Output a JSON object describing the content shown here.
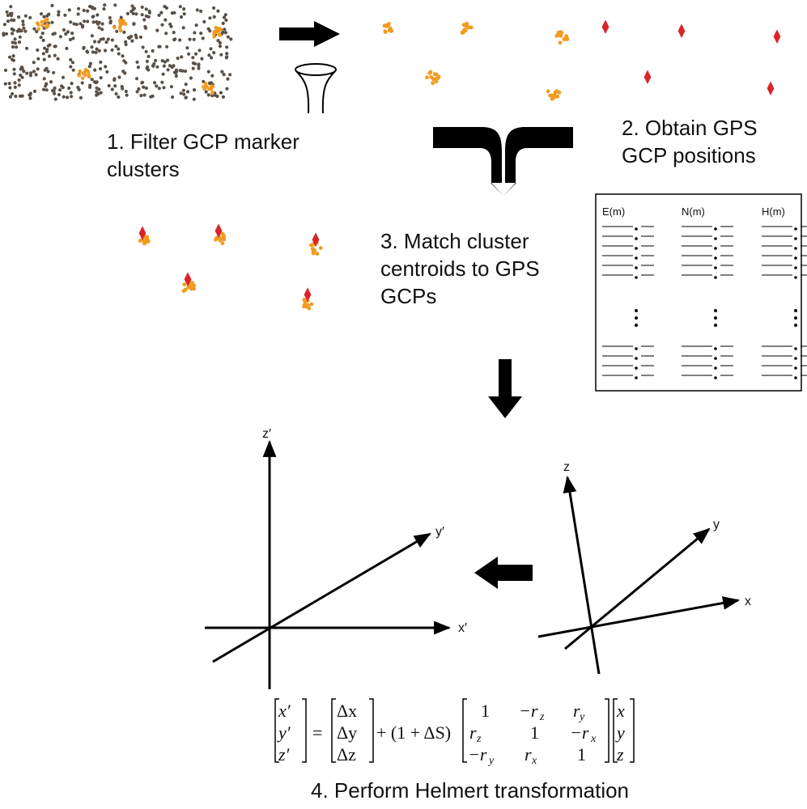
{
  "steps": {
    "step1": "1. Filter GCP marker\nclusters",
    "step2": "2. Obtain GPS\nGCP positions",
    "step3": "3. Match cluster\ncentroids to GPS\nGCPs",
    "step4": "4. Perform Helmert transformation"
  },
  "gps_table": {
    "col_e": "E(m)",
    "col_n": "N(m)",
    "col_h": "H(m)"
  },
  "target_axes": {
    "z": "z′",
    "y": "y′",
    "x": "x′"
  },
  "source_axes": {
    "z": "z",
    "y": "y",
    "x": "x"
  },
  "equation": {
    "lhs": [
      "x′",
      "y′",
      "z′"
    ],
    "translation": [
      "Δx",
      "Δy",
      "Δz"
    ],
    "scale": "+ (1 + ΔS)",
    "equals": "=",
    "rotation": [
      [
        "1",
        "−r",
        "r"
      ],
      [
        "r",
        "1",
        "−r"
      ],
      [
        "−r",
        "r",
        "1"
      ]
    ],
    "rotation_subscripts": [
      [
        "",
        "z",
        "y"
      ],
      [
        "z",
        "",
        "x"
      ],
      [
        "y",
        "x",
        ""
      ]
    ],
    "rhs": [
      "x",
      "y",
      "z"
    ]
  },
  "colors": {
    "point_cloud": "#5a5048",
    "marker_orange": "#f29b20",
    "gps_red": "#d9252a",
    "arrow": "#000000"
  }
}
